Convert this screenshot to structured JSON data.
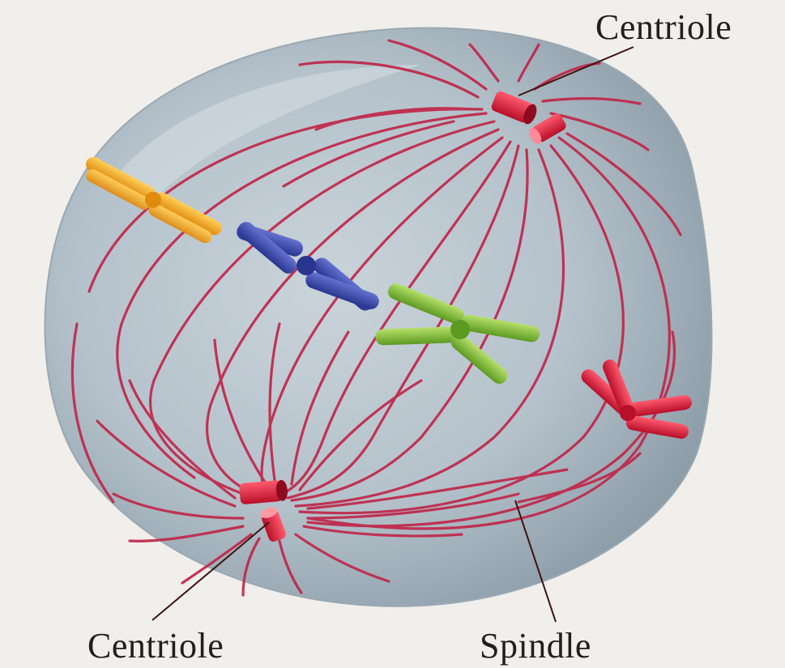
{
  "labels": {
    "top_right": "Centriole",
    "bottom_left": "Centriole",
    "bottom_right": "Spindle"
  },
  "colors": {
    "background": "#f1efeb",
    "cell": "#b3c0c8",
    "spindle_fiber": "#c0264a",
    "centriole": "#d8203f",
    "chromosome_orange": "#f0a21c",
    "chromosome_blue": "#3a4aa6",
    "chromosome_green": "#7fb83a",
    "chromosome_red": "#d91e3a"
  }
}
